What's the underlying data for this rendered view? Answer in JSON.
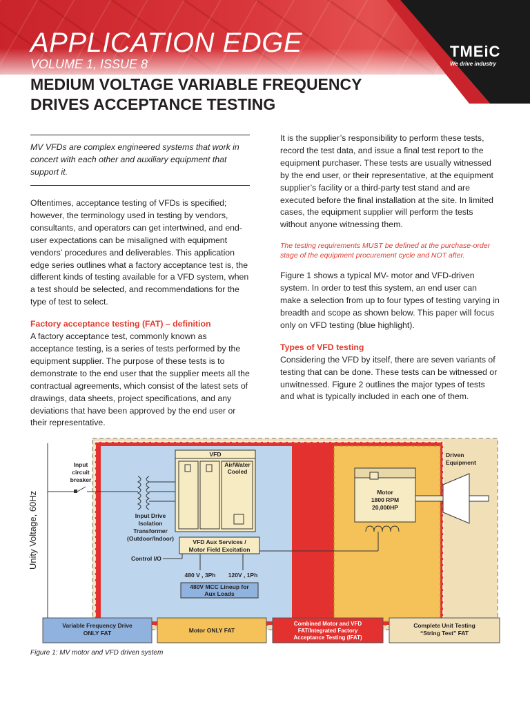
{
  "header": {
    "series": "APPLICATION EDGE",
    "issue": "VOLUME 1, ISSUE 8",
    "title_line1": "MEDIUM VOLTAGE VARIABLE FREQUENCY",
    "title_line2": "DRIVES ACCEPTANCE TESTING",
    "logo": "TMEiC",
    "tagline": "We drive industry"
  },
  "left_column": {
    "lead": "MV VFDs are complex engineered systems that work in concert with each other and auxiliary equipment that support it.",
    "intro": "Oftentimes, acceptance testing of VFDs is specified; however, the terminology used in testing by vendors, consultants, and operators can get intertwined, and end-user expectations can be misaligned with equipment vendors’ procedures and deliverables. This application edge series outlines what a factory acceptance test is, the different kinds of testing available for a VFD system, when a test should be selected, and recommendations for the type of test to select.",
    "fat_heading": "Factory acceptance testing (FAT) – definition",
    "fat_body": "A factory acceptance test, commonly known as acceptance testing, is a series of tests performed by the equipment supplier. The purpose of these tests is to demonstrate to the end user that the supplier meets all the contractual agreements, which consist of the latest sets of drawings, data sheets, project specifications, and any deviations that have been approved by the end user or their representative."
  },
  "right_column": {
    "responsibility": "It is the supplier’s responsibility to perform these tests, record the test data, and issue a final test report to the equipment purchaser. These tests are usually witnessed by the end user, or their representative, at the equipment supplier’s facility or a third-party test stand and are executed before the final installation at the site. In limited cases, the equipment supplier will perform the tests without anyone witnessing them.",
    "note": "The testing requirements MUST be defined at the purchase-order stage of the equipment procurement cycle and NOT after.",
    "figure_intro": "Figure 1 shows a typical MV- motor and VFD-driven system. In order to test this system, an end user can make a selection from up to four types of testing varying in breadth and scope as shown below. This paper will focus only on VFD testing (blue highlight).",
    "types_heading": "Types of VFD testing",
    "types_body": "Considering the VFD by itself, there are seven variants of testing that can be done. These tests can be witnessed or unwitnessed. Figure 2 outlines the major types of tests and what is typically included in each one of them."
  },
  "diagram": {
    "supply": "Unity Voltage, 60Hz",
    "breaker": [
      "Input",
      "circuit",
      "breaker"
    ],
    "transformer": [
      "Input Drive",
      "Isolation",
      "Transformer",
      "(Outdoor/Indoor)"
    ],
    "control": "Control I/O",
    "vfd": "VFD",
    "cooling": [
      "Air/Water",
      "Cooled"
    ],
    "aux": [
      "VFD Aux Services /",
      "Motor Field Excitation"
    ],
    "v480": "480 V , 3Ph",
    "v120": "120V , 1Ph",
    "mcc": [
      "480V MCC Lineup for",
      "Aux Loads"
    ],
    "motor": [
      "Motor",
      "1800 RPM",
      "20,000HP"
    ],
    "driven": [
      "Driven",
      "Equipment"
    ],
    "legend": [
      {
        "lines": [
          "Variable Frequency Drive",
          "ONLY FAT"
        ],
        "color": "#8fb3de"
      },
      {
        "lines": [
          "Motor ONLY FAT"
        ],
        "color": "#f4c259"
      },
      {
        "lines": [
          "Combined Motor and VFD",
          "FAT/Integrated Factory",
          "Acceptance Testing (IFAT)"
        ],
        "color": "#e3312f"
      },
      {
        "lines": [
          "Complete Unit Testing",
          "“String Test” FAT"
        ],
        "color": "#f1dfb8"
      }
    ],
    "caption": "Figure 1: MV motor and VFD driven system"
  },
  "colors": {
    "accent_red": "#e03a2f",
    "vfd_blue": "#bdd6ee",
    "motor_orange": "#f4c259",
    "ifat_red": "#e3312f",
    "string_beige": "#f1dfb8"
  }
}
